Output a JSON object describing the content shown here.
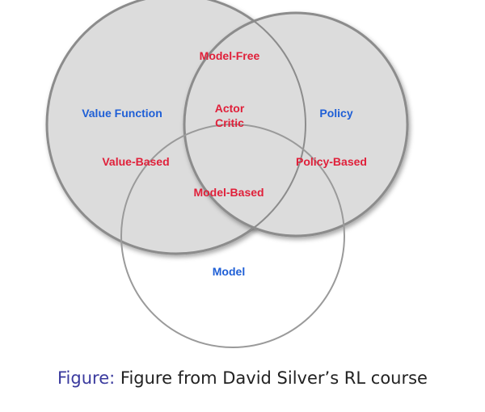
{
  "diagram": {
    "circles": [
      {
        "name": "value-function",
        "fill": "#dcdcdc",
        "stroke": "#8c8c8c"
      },
      {
        "name": "policy",
        "fill": "#dcdcdc",
        "stroke": "#8c8c8c"
      },
      {
        "name": "model",
        "fill": "#ffffff",
        "stroke": "#8c8c8c"
      }
    ],
    "labels": {
      "value_function": "Value Function",
      "policy": "Policy",
      "model": "Model",
      "model_free": "Model-Free",
      "actor": "Actor",
      "critic": "Critic",
      "value_based": "Value-Based",
      "policy_based": "Policy-Based",
      "model_based": "Model-Based"
    },
    "colors": {
      "set_label": "#1f5fd6",
      "region_label": "#e0203a",
      "caption_prefix": "#3a3a9e"
    }
  },
  "caption": {
    "prefix": "Figure:",
    "text": "Figure from David Silver’s RL course"
  }
}
